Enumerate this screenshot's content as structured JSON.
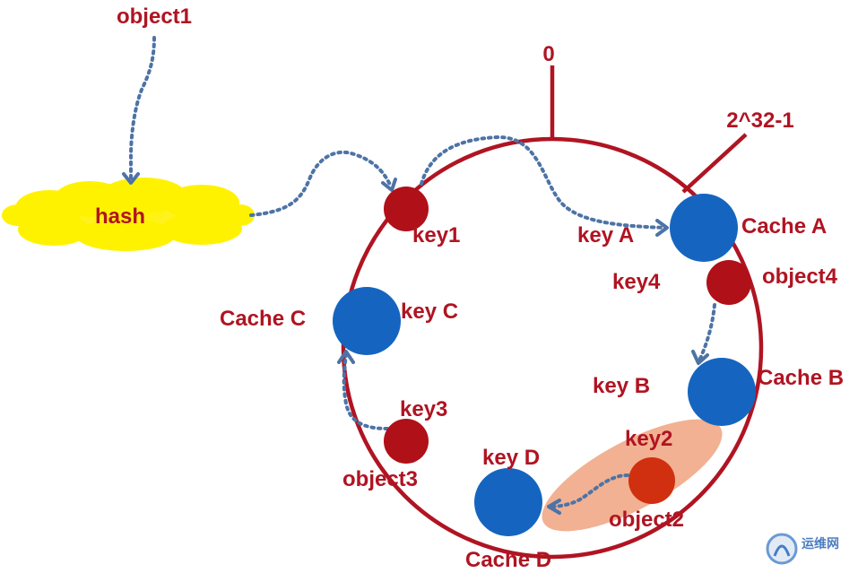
{
  "colors": {
    "ring": "#b01422",
    "key_node": "#b01018",
    "cache_node": "#1565c0",
    "label": "#b01422",
    "arrow": "#4d73a6",
    "hash_cloud": "#fff200",
    "highlight": "#eea37f",
    "object2_node": "#d03010"
  },
  "labels": {
    "object1": "object1",
    "hash": "hash",
    "zero": "0",
    "max": "2^32-1",
    "key1": "key1",
    "key_a": "key A",
    "cache_a": "Cache A",
    "key4": "key4",
    "object4": "object4",
    "cache_c": "Cache C",
    "key_c": "key C",
    "key_b": "key B",
    "cache_b": "Cache B",
    "key3": "key3",
    "object3": "object3",
    "key2": "key2",
    "key_d": "key D",
    "object2": "object2",
    "cache_d": "Cache D"
  },
  "watermark": {
    "text": "运维网"
  }
}
